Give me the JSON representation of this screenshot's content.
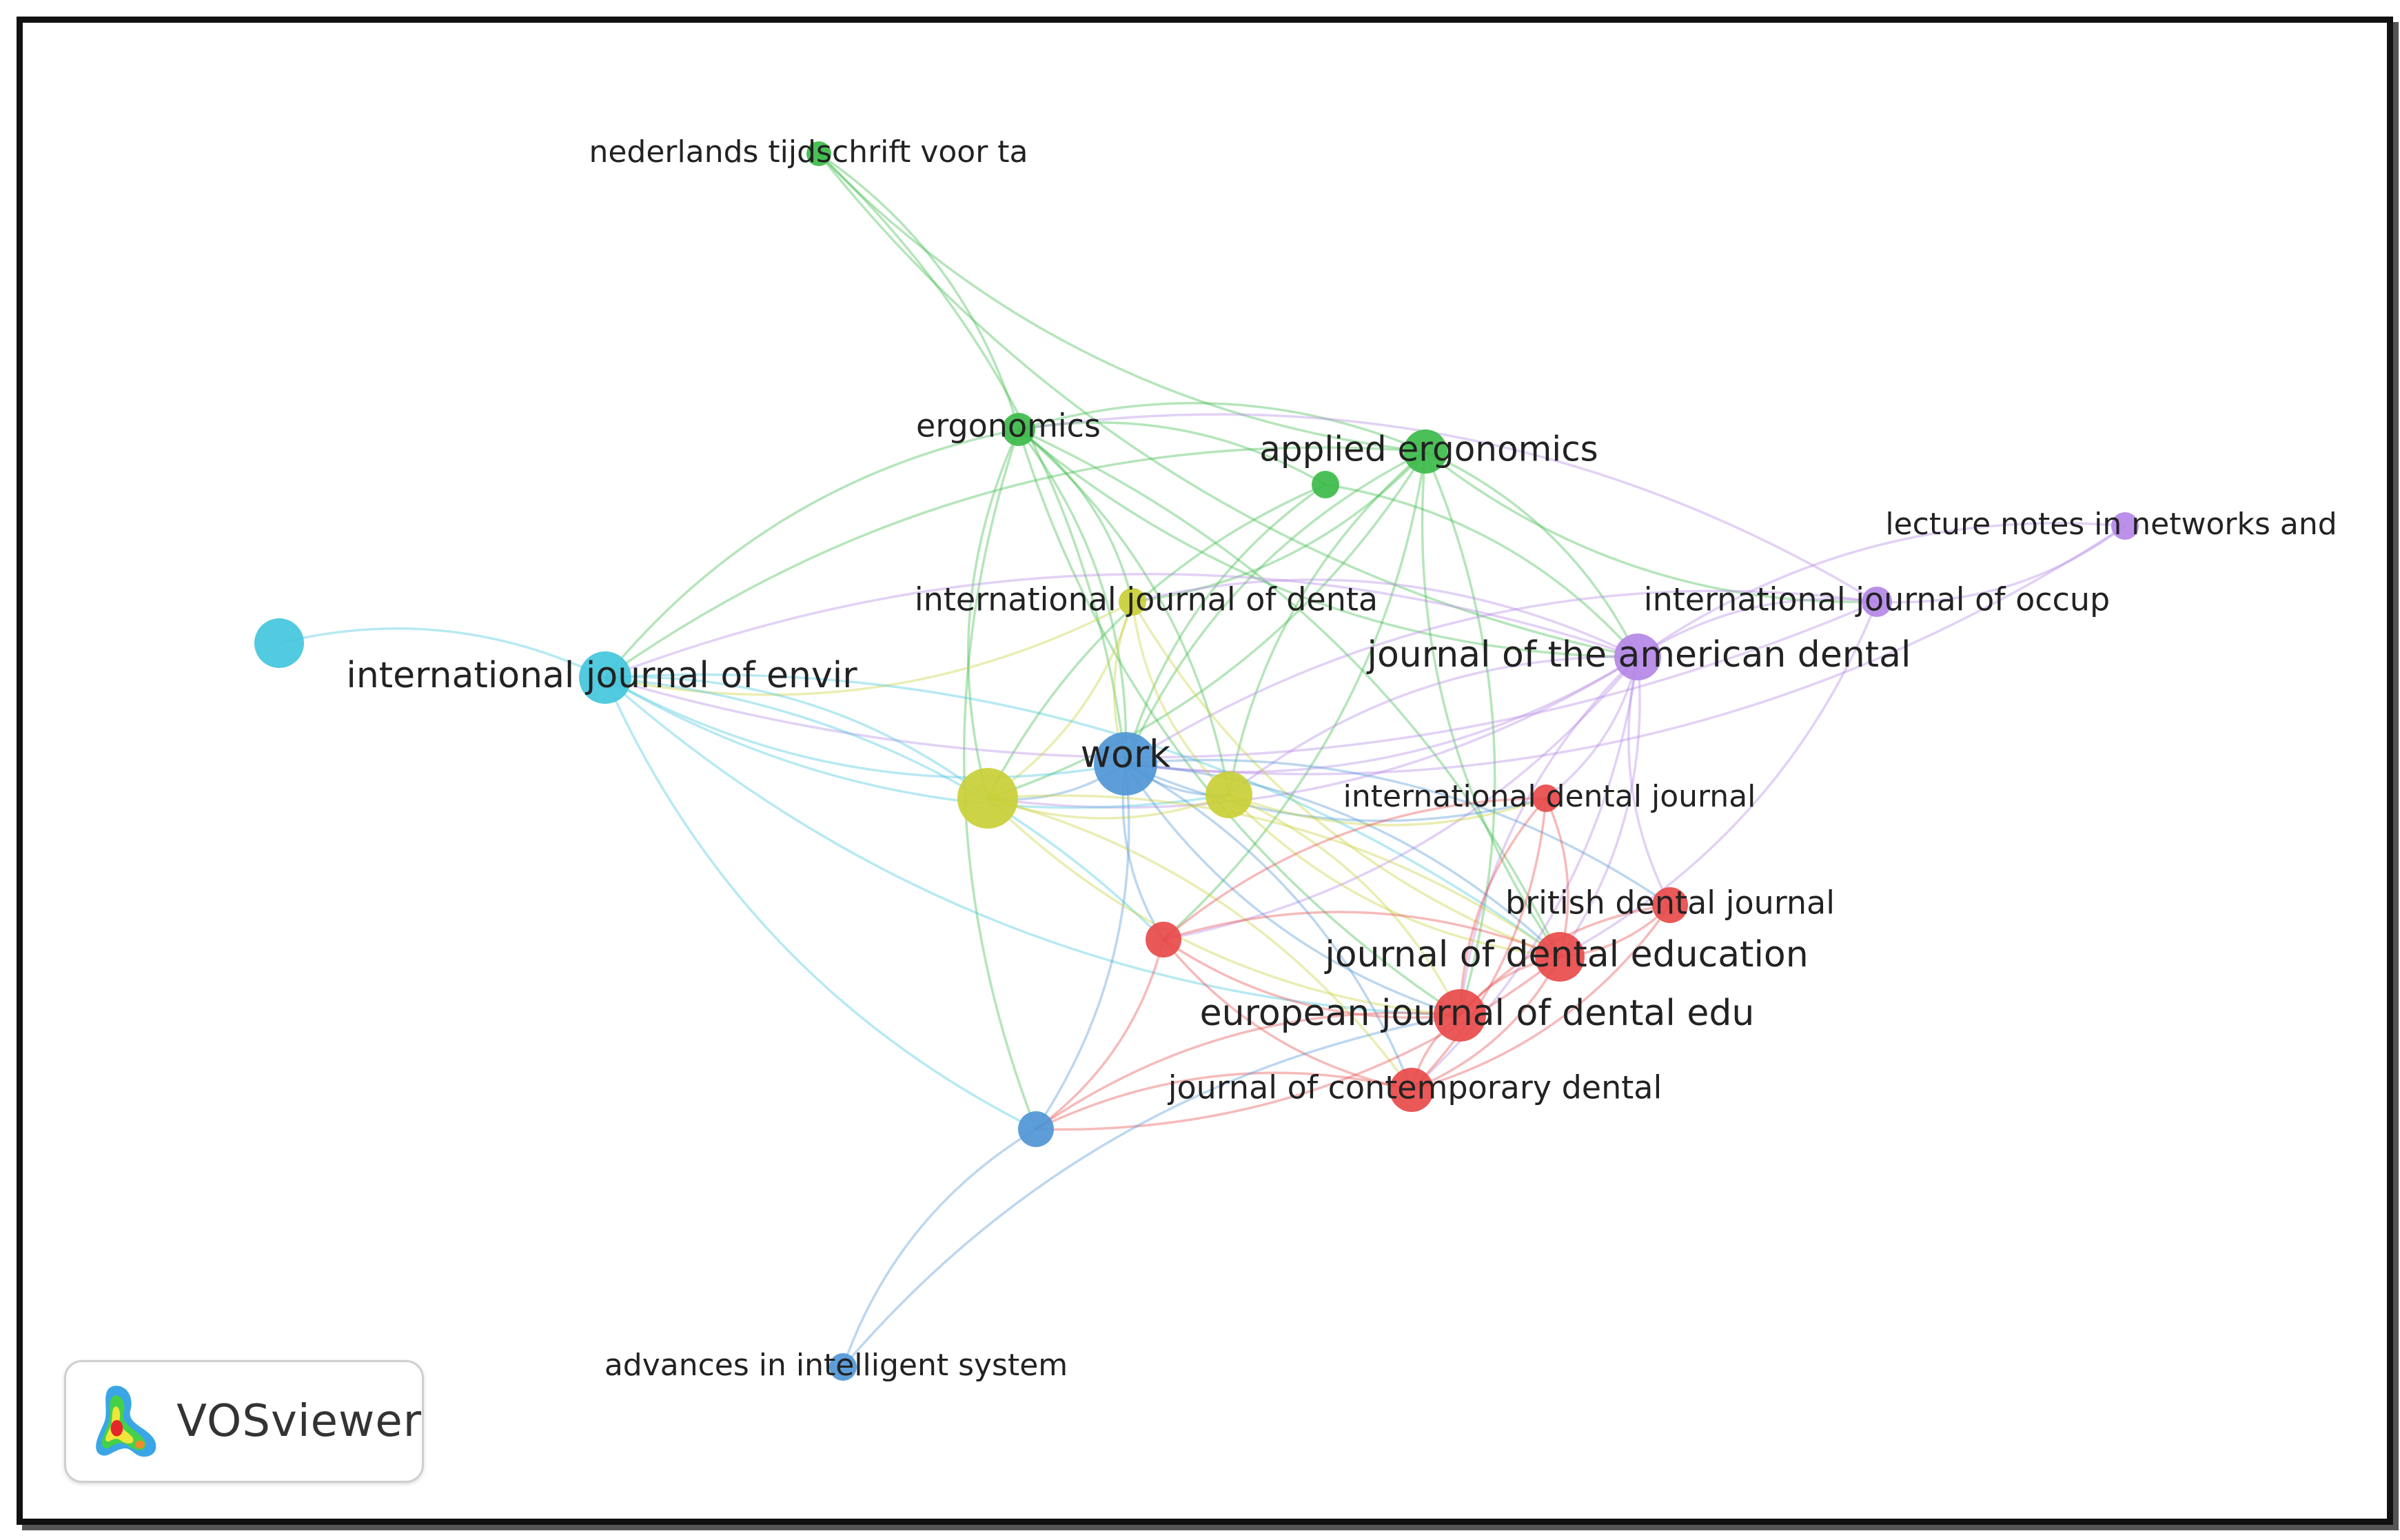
{
  "logo": {
    "text": "VOSviewer",
    "icon": "vosviewer-density-logo"
  },
  "clusters": {
    "red": "#e84a4a",
    "green": "#3dbb4a",
    "blue": "#4f96d6",
    "yellow": "#c9cf36",
    "purple": "#b487e6",
    "cyan": "#43c6dc"
  },
  "nodes": [
    {
      "id": "n1",
      "label": "nederlands tijdschrift voor ta",
      "cluster": "green"
    },
    {
      "id": "n2",
      "label": "ergonomics",
      "cluster": "green"
    },
    {
      "id": "n3",
      "label": "applied ergonomics",
      "cluster": "green"
    },
    {
      "id": "n4",
      "label": "",
      "cluster": "green"
    },
    {
      "id": "n5",
      "label": "lecture notes in networks and",
      "cluster": "purple"
    },
    {
      "id": "n6",
      "label": "international journal of occup",
      "cluster": "purple"
    },
    {
      "id": "n7",
      "label": "journal of the american dental",
      "cluster": "purple"
    },
    {
      "id": "n8",
      "label": "international journal of denta",
      "cluster": "yellow"
    },
    {
      "id": "n9",
      "label": "",
      "cluster": "cyan"
    },
    {
      "id": "n10",
      "label": "international journal of envir",
      "cluster": "cyan"
    },
    {
      "id": "n11",
      "label": "work",
      "cluster": "blue"
    },
    {
      "id": "n12",
      "label": "",
      "cluster": "yellow"
    },
    {
      "id": "n13",
      "label": "",
      "cluster": "yellow"
    },
    {
      "id": "n14",
      "label": "international dental journal",
      "cluster": "red"
    },
    {
      "id": "n15",
      "label": "british dental journal",
      "cluster": "red"
    },
    {
      "id": "n16",
      "label": "journal of dental education",
      "cluster": "red"
    },
    {
      "id": "n17",
      "label": "european journal of dental edu",
      "cluster": "red"
    },
    {
      "id": "n18",
      "label": "journal of contemporary dental",
      "cluster": "red"
    },
    {
      "id": "n19",
      "label": "",
      "cluster": "red"
    },
    {
      "id": "n20",
      "label": "",
      "cluster": "blue"
    },
    {
      "id": "n21",
      "label": "advances in intelligent system",
      "cluster": "blue"
    }
  ],
  "links": [
    [
      "n1",
      "n2"
    ],
    [
      "n1",
      "n3"
    ],
    [
      "n1",
      "n11"
    ],
    [
      "n1",
      "n7"
    ],
    [
      "n2",
      "n3"
    ],
    [
      "n2",
      "n10"
    ],
    [
      "n2",
      "n11"
    ],
    [
      "n2",
      "n7"
    ],
    [
      "n2",
      "n16"
    ],
    [
      "n2",
      "n17"
    ],
    [
      "n2",
      "n8"
    ],
    [
      "n2",
      "n20"
    ],
    [
      "n2",
      "n4"
    ],
    [
      "n2",
      "n12"
    ],
    [
      "n2",
      "n13"
    ],
    [
      "n3",
      "n11"
    ],
    [
      "n3",
      "n7"
    ],
    [
      "n3",
      "n10"
    ],
    [
      "n3",
      "n8"
    ],
    [
      "n3",
      "n16"
    ],
    [
      "n3",
      "n17"
    ],
    [
      "n3",
      "n6"
    ],
    [
      "n3",
      "n12"
    ],
    [
      "n3",
      "n13"
    ],
    [
      "n3",
      "n19"
    ],
    [
      "n4",
      "n11"
    ],
    [
      "n4",
      "n7"
    ],
    [
      "n4",
      "n12"
    ],
    [
      "n5",
      "n6"
    ],
    [
      "n5",
      "n7"
    ],
    [
      "n5",
      "n11"
    ],
    [
      "n6",
      "n7"
    ],
    [
      "n6",
      "n10"
    ],
    [
      "n6",
      "n11"
    ],
    [
      "n6",
      "n16"
    ],
    [
      "n6",
      "n2"
    ],
    [
      "n7",
      "n11"
    ],
    [
      "n7",
      "n10"
    ],
    [
      "n7",
      "n16"
    ],
    [
      "n7",
      "n17"
    ],
    [
      "n7",
      "n14"
    ],
    [
      "n7",
      "n15"
    ],
    [
      "n7",
      "n18"
    ],
    [
      "n7",
      "n13"
    ],
    [
      "n7",
      "n12"
    ],
    [
      "n7",
      "n8"
    ],
    [
      "n7",
      "n19"
    ],
    [
      "n8",
      "n11"
    ],
    [
      "n8",
      "n12"
    ],
    [
      "n8",
      "n13"
    ],
    [
      "n8",
      "n10"
    ],
    [
      "n8",
      "n16"
    ],
    [
      "n9",
      "n10"
    ],
    [
      "n10",
      "n11"
    ],
    [
      "n10",
      "n12"
    ],
    [
      "n10",
      "n13"
    ],
    [
      "n10",
      "n19"
    ],
    [
      "n10",
      "n20"
    ],
    [
      "n10",
      "n16"
    ],
    [
      "n10",
      "n17"
    ],
    [
      "n11",
      "n12"
    ],
    [
      "n11",
      "n13"
    ],
    [
      "n11",
      "n16"
    ],
    [
      "n11",
      "n17"
    ],
    [
      "n11",
      "n18"
    ],
    [
      "n11",
      "n14"
    ],
    [
      "n11",
      "n15"
    ],
    [
      "n11",
      "n19"
    ],
    [
      "n11",
      "n20"
    ],
    [
      "n12",
      "n13"
    ],
    [
      "n12",
      "n16"
    ],
    [
      "n12",
      "n17"
    ],
    [
      "n12",
      "n18"
    ],
    [
      "n13",
      "n16"
    ],
    [
      "n13",
      "n17"
    ],
    [
      "n13",
      "n14"
    ],
    [
      "n14",
      "n16"
    ],
    [
      "n14",
      "n17"
    ],
    [
      "n14",
      "n18"
    ],
    [
      "n14",
      "n19"
    ],
    [
      "n15",
      "n16"
    ],
    [
      "n15",
      "n17"
    ],
    [
      "n15",
      "n18"
    ],
    [
      "n16",
      "n17"
    ],
    [
      "n16",
      "n18"
    ],
    [
      "n16",
      "n19"
    ],
    [
      "n16",
      "n20"
    ],
    [
      "n17",
      "n18"
    ],
    [
      "n17",
      "n19"
    ],
    [
      "n17",
      "n20"
    ],
    [
      "n18",
      "n19"
    ],
    [
      "n18",
      "n20"
    ],
    [
      "n19",
      "n20"
    ],
    [
      "n20",
      "n21"
    ],
    [
      "n21",
      "n17"
    ]
  ]
}
